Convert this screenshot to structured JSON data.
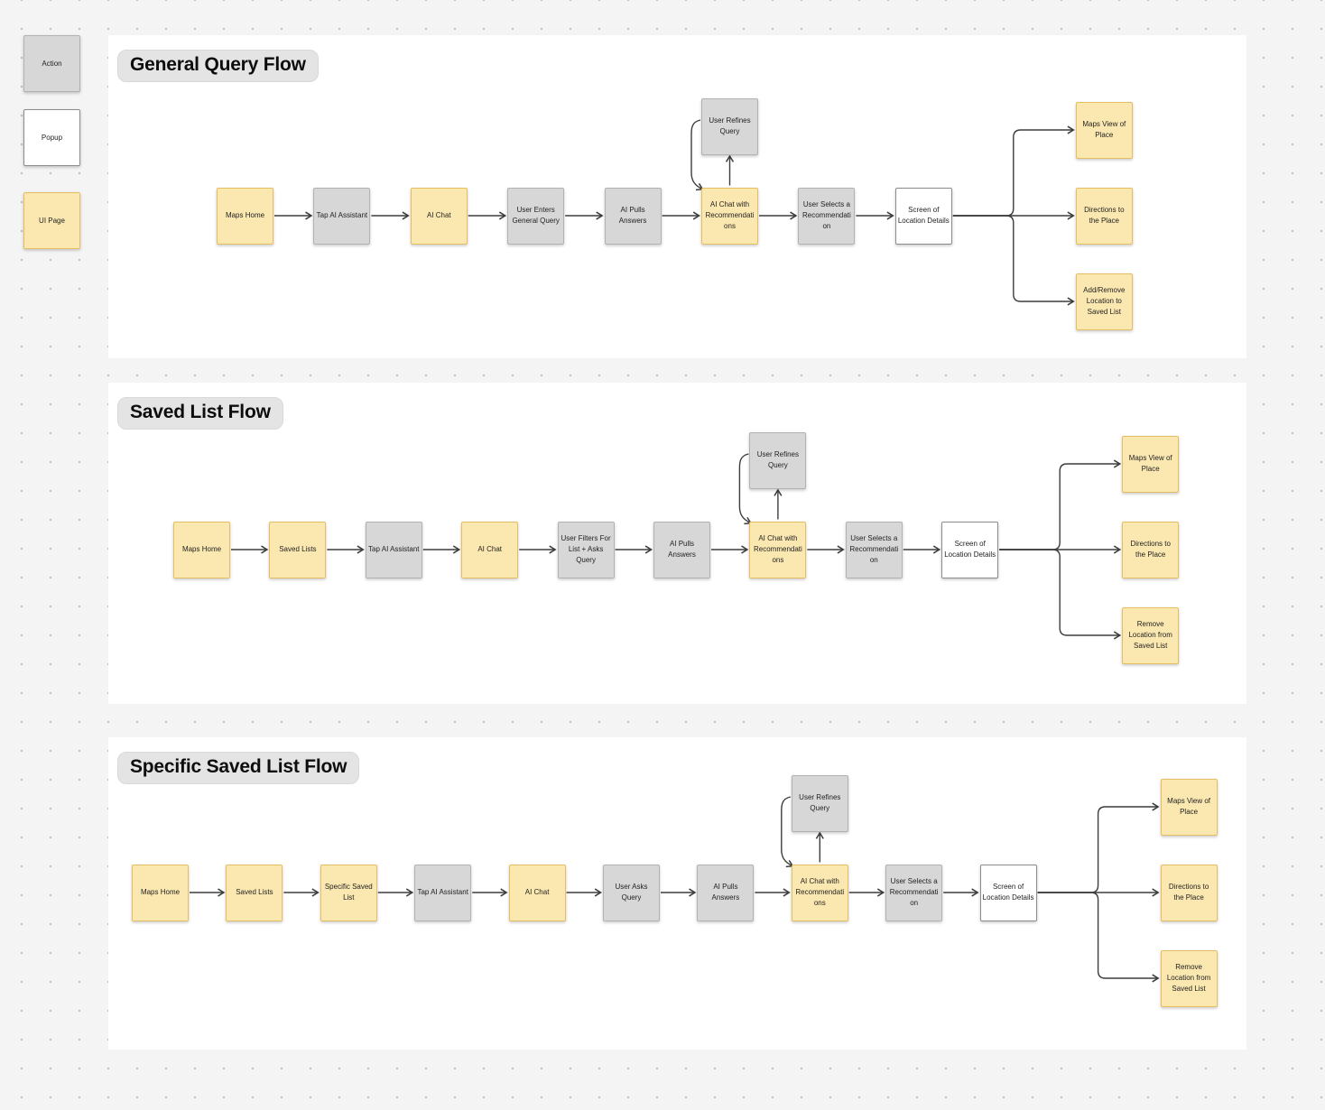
{
  "legend": {
    "items": [
      {
        "label": "Action",
        "kind": "action"
      },
      {
        "label": "Popup",
        "kind": "popup"
      },
      {
        "label": "UI Page",
        "kind": "ui"
      }
    ]
  },
  "colors": {
    "ui_fill": "#FBE8B1",
    "ui_border": "#E6BE62",
    "action_fill": "#D7D7D7",
    "action_border": "#B2B2B2",
    "popup_fill": "#FFFFFF",
    "popup_border": "#8C8C8C",
    "arrow": "#3D3D3D",
    "title_pill_bg": "#E4E4E4",
    "canvas_bg": "#F4F4F4",
    "panel_bg": "#FFFFFF"
  },
  "flows": [
    {
      "title": "General Query Flow",
      "refine_loop_at": 5,
      "nodes": [
        {
          "label": "Maps Home",
          "kind": "ui"
        },
        {
          "label": "Tap AI Assistant",
          "kind": "action"
        },
        {
          "label": "AI Chat",
          "kind": "ui"
        },
        {
          "label": "User Enters General Query",
          "kind": "action"
        },
        {
          "label": "AI Pulls Answers",
          "kind": "action"
        },
        {
          "label": "AI Chat with Recommendations",
          "kind": "ui"
        },
        {
          "label": "User Selects a Recommendation",
          "kind": "action"
        },
        {
          "label": "Screen of Location Details",
          "kind": "popup"
        }
      ],
      "refine_node": {
        "label": "User Refines Query",
        "kind": "action"
      },
      "branches": [
        {
          "label": "Maps View of Place",
          "kind": "ui"
        },
        {
          "label": "Directions to the Place",
          "kind": "ui"
        },
        {
          "label": "Add/Remove Location to Saved List",
          "kind": "ui"
        }
      ]
    },
    {
      "title": "Saved List Flow",
      "refine_loop_at": 6,
      "nodes": [
        {
          "label": "Maps Home",
          "kind": "ui"
        },
        {
          "label": "Saved Lists",
          "kind": "ui"
        },
        {
          "label": "Tap AI Assistant",
          "kind": "action"
        },
        {
          "label": "AI Chat",
          "kind": "ui"
        },
        {
          "label": "User Filters For List + Asks Query",
          "kind": "action"
        },
        {
          "label": "AI Pulls Answers",
          "kind": "action"
        },
        {
          "label": "AI Chat with Recommendations",
          "kind": "ui"
        },
        {
          "label": "User Selects a Recommendation",
          "kind": "action"
        },
        {
          "label": "Screen of Location Details",
          "kind": "popup"
        }
      ],
      "refine_node": {
        "label": "User Refines Query",
        "kind": "action"
      },
      "branches": [
        {
          "label": "Maps View of Place",
          "kind": "ui"
        },
        {
          "label": "Directions to the Place",
          "kind": "ui"
        },
        {
          "label": "Remove Location from Saved List",
          "kind": "ui"
        }
      ]
    },
    {
      "title": "Specific Saved List Flow",
      "refine_loop_at": 7,
      "nodes": [
        {
          "label": "Maps Home",
          "kind": "ui"
        },
        {
          "label": "Saved Lists",
          "kind": "ui"
        },
        {
          "label": "Specific Saved List",
          "kind": "ui"
        },
        {
          "label": "Tap AI Assistant",
          "kind": "action"
        },
        {
          "label": "AI Chat",
          "kind": "ui"
        },
        {
          "label": "User Asks Query",
          "kind": "action"
        },
        {
          "label": "AI Pulls Answers",
          "kind": "action"
        },
        {
          "label": "AI Chat with Recommendations",
          "kind": "ui"
        },
        {
          "label": "User Selects a Recommendation",
          "kind": "action"
        },
        {
          "label": "Screen of Location Details",
          "kind": "popup"
        }
      ],
      "refine_node": {
        "label": "User Refines Query",
        "kind": "action"
      },
      "branches": [
        {
          "label": "Maps View of Place",
          "kind": "ui"
        },
        {
          "label": "Directions to the Place",
          "kind": "ui"
        },
        {
          "label": "Remove Location from Saved List",
          "kind": "ui"
        }
      ]
    }
  ]
}
